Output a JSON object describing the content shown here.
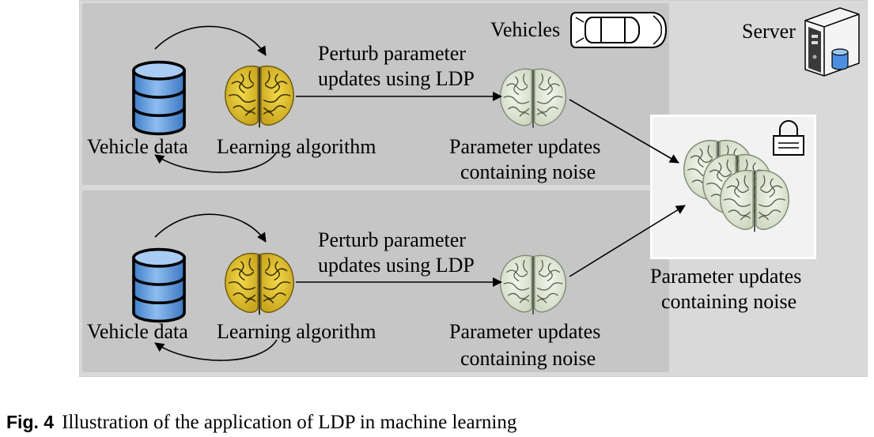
{
  "server": {
    "label": "Server"
  },
  "vehicles": {
    "label": "Vehicles"
  },
  "rows": [
    {
      "data_label": "Vehicle data",
      "algo_label": "Learning algorithm",
      "perturb_line1": "Perturb parameter",
      "perturb_line2": "updates using LDP",
      "updates_line1": "Parameter updates",
      "updates_line2": "containing noise"
    },
    {
      "data_label": "Vehicle data",
      "algo_label": "Learning algorithm",
      "perturb_line1": "Perturb parameter",
      "perturb_line2": "updates using LDP",
      "updates_line1": "Parameter updates",
      "updates_line2": "containing noise"
    }
  ],
  "aggregate": {
    "line1": "Parameter updates",
    "line2": "containing noise"
  },
  "caption": {
    "fig_label": "Fig. 4",
    "text": "Illustration of the application of LDP in machine learning"
  },
  "colors": {
    "panel_gray": "#c6c6c6",
    "server_gray": "#d9d9d9",
    "db_blue": "#5b97dc",
    "brain_yellow": "#e3c234",
    "brain_pale": "#e7ecdb"
  }
}
